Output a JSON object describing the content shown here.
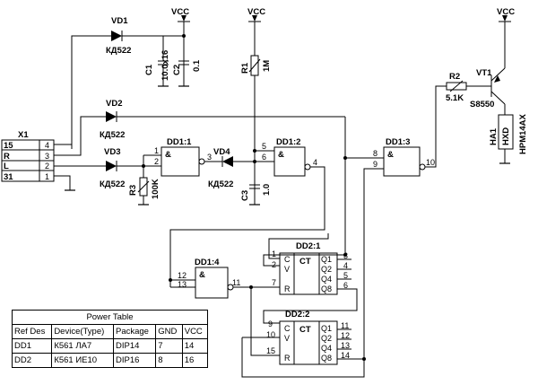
{
  "labels": {
    "vcc1": "VCC",
    "vcc2": "VCC",
    "vcc3": "VCC",
    "vd1": "VD1",
    "vd1_type": "КД522",
    "vd2": "VD2",
    "vd2_type": "КД522",
    "vd3": "VD3",
    "vd3_type": "КД522",
    "vd4": "VD4",
    "vd4_type": "КД522",
    "c1": "C1",
    "c1_val": "10.0x16",
    "c2": "C2",
    "c2_val": "0.1",
    "c3": "C3",
    "c3_val": "1.0",
    "r1": "R1",
    "r1_val": "1M",
    "r2": "R2",
    "r2_val": "5.1K",
    "r3": "R3",
    "r3_val": "100K",
    "vt1": "VT1",
    "vt1_type": "S8550",
    "ha1": "HA1",
    "ha1_text": "HXD",
    "ha1_type": "HPM14AX",
    "x1": "X1",
    "x1_pin_names": [
      "15",
      "R",
      "L",
      "31"
    ],
    "x1_pin_numbers": [
      "4",
      "3",
      "2",
      "1"
    ],
    "dd11": "DD1:1",
    "dd12": "DD1:2",
    "dd13": "DD1:3",
    "dd14": "DD1:4",
    "dd21": "DD2:1",
    "dd22": "DD2:2",
    "and_symbol": "&",
    "ct_symbol": "CT",
    "pin_nums": {
      "p1": "1",
      "p2": "2",
      "p3": "3",
      "p4": "4",
      "p5": "5",
      "p6": "6",
      "p8": "8",
      "p9": "9",
      "p10": "10",
      "p11": "11",
      "p12": "12",
      "p13": "13"
    },
    "dd21_left_pins": [
      "1",
      "2",
      "7"
    ],
    "dd21_right_pins": [
      "3",
      "4",
      "5",
      "6"
    ],
    "dd22_left_pins": [
      "9",
      "10",
      "15"
    ],
    "dd22_right_pins": [
      "11",
      "12",
      "13",
      "14"
    ],
    "counter_inputs": [
      "C",
      "V",
      "R"
    ],
    "counter_outputs": [
      "Q1",
      "Q2",
      "Q4",
      "Q8"
    ]
  },
  "power_table": {
    "caption": "Power Table",
    "headers": [
      "Ref Des",
      "Device(Type)",
      "Package",
      "GND",
      "VCC"
    ],
    "rows": [
      [
        "DD1",
        "К561 ЛА7",
        "DIP14",
        "7",
        "14"
      ],
      [
        "DD2",
        "К561 ИЕ10",
        "DIP16",
        "8",
        "16"
      ]
    ]
  }
}
